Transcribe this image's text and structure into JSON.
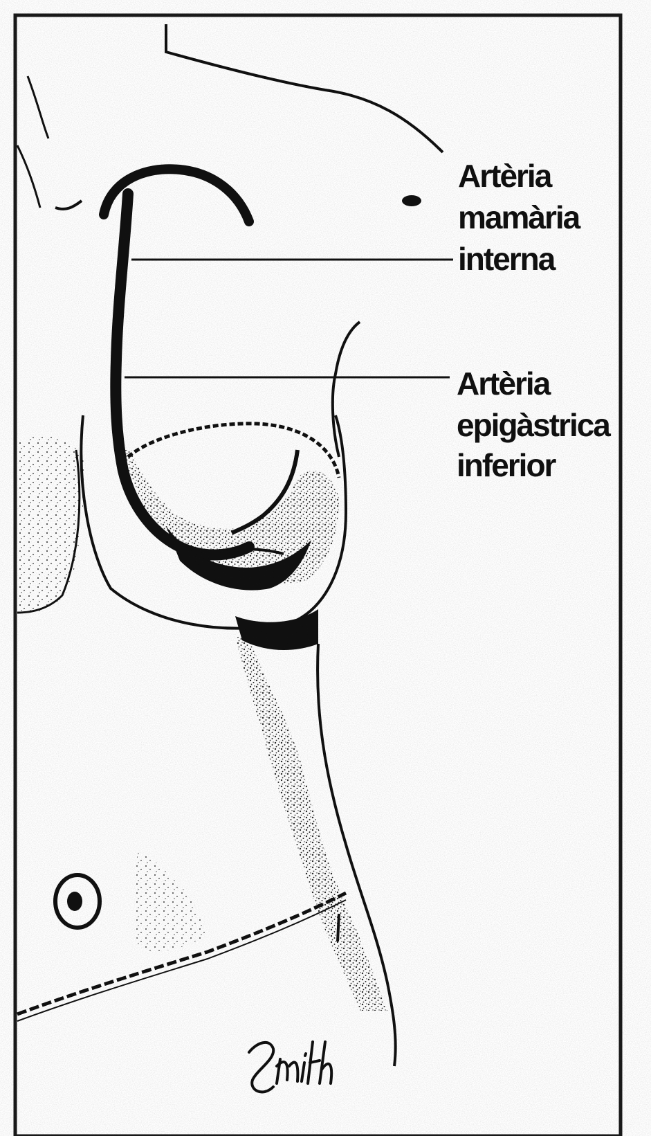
{
  "labels": {
    "internal_mammary": [
      "Artèria",
      "mamària",
      "interna"
    ],
    "inferior_epigastric": [
      "Artèria",
      "epigàstrica",
      "inferior"
    ]
  },
  "signature": "Smith",
  "colors": {
    "ink": "#111111",
    "frame": "#1a1a1a",
    "background": "#ffffff"
  }
}
